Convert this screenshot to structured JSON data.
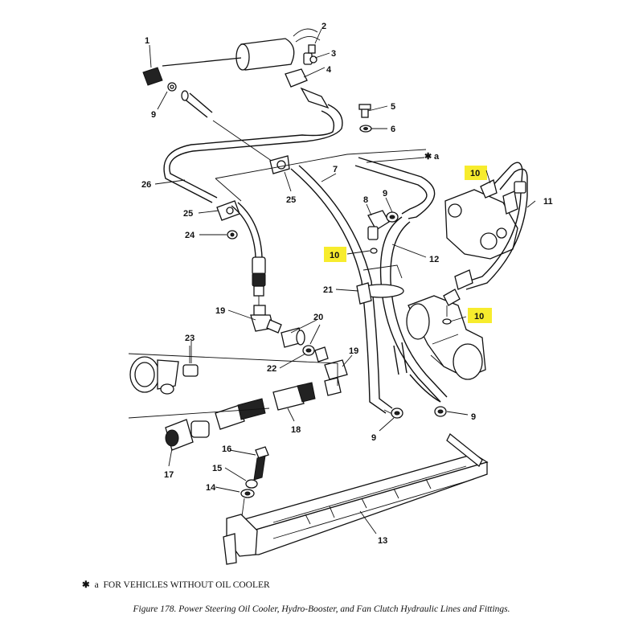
{
  "callouts": {
    "c1": "1",
    "c2": "2",
    "c3": "3",
    "c4": "4",
    "c5": "5",
    "c6": "6",
    "c7": "7",
    "c8": "8",
    "c9a": "9",
    "c9b": "9",
    "c9c": "9",
    "c9d": "9",
    "c10a": "10",
    "c10b": "10",
    "c10c": "10",
    "c11": "11",
    "c12": "12",
    "c13": "13",
    "c14": "14",
    "c15": "15",
    "c16": "16",
    "c17": "17",
    "c18": "18",
    "c19a": "19",
    "c19b": "19",
    "c20": "20",
    "c21": "21",
    "c22": "22",
    "c23": "23",
    "c24": "24",
    "c25a": "25",
    "c25b": "25",
    "c26": "26",
    "ca": "a"
  },
  "note": {
    "symbol": "✱",
    "label": "a",
    "text": "FOR VEHICLES WITHOUT OIL COOLER"
  },
  "caption": "Figure 178.  Power Steering Oil Cooler, Hydro-Booster, and Fan Clutch Hydraulic Lines and Fittings.",
  "colors": {
    "highlight": "#f7ec2d",
    "ink": "#111111",
    "background": "#ffffff"
  }
}
